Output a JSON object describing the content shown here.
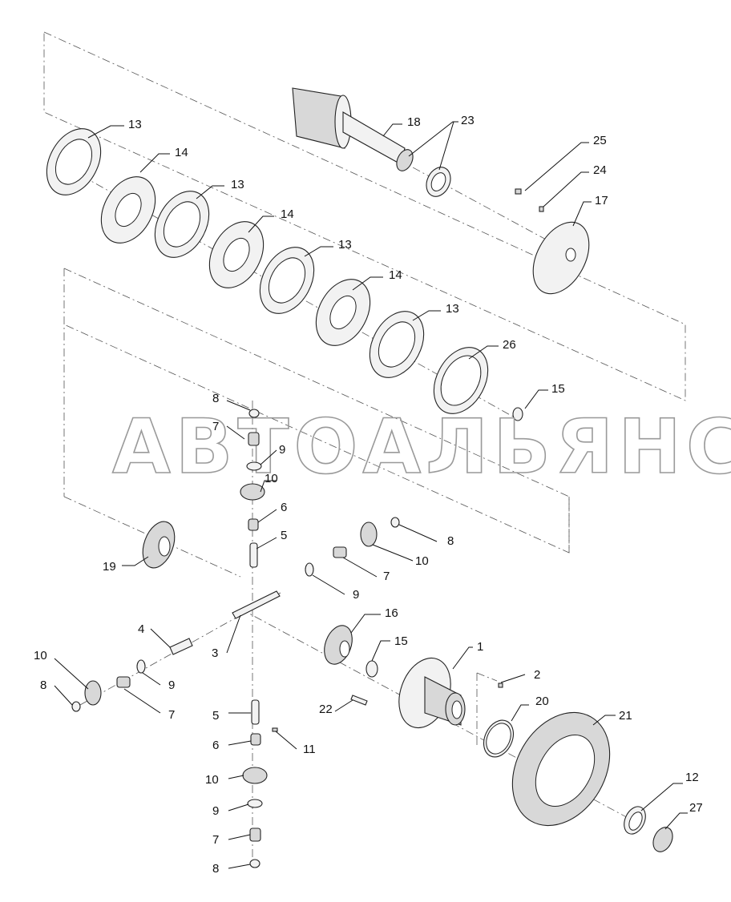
{
  "watermark": "АВТОАЛЬЯНС",
  "callouts": [
    {
      "id": "c13a",
      "text": "13"
    },
    {
      "id": "c14a",
      "text": "14"
    },
    {
      "id": "c13b",
      "text": "13"
    },
    {
      "id": "c14b",
      "text": "14"
    },
    {
      "id": "c13c",
      "text": "13"
    },
    {
      "id": "c14c",
      "text": "14"
    },
    {
      "id": "c13d",
      "text": "13"
    },
    {
      "id": "c26",
      "text": "26"
    },
    {
      "id": "c15a",
      "text": "15"
    },
    {
      "id": "c18",
      "text": "18"
    },
    {
      "id": "c23",
      "text": "23"
    },
    {
      "id": "c25",
      "text": "25"
    },
    {
      "id": "c24",
      "text": "24"
    },
    {
      "id": "c17",
      "text": "17"
    },
    {
      "id": "c8a",
      "text": "8"
    },
    {
      "id": "c7a",
      "text": "7"
    },
    {
      "id": "c9a",
      "text": "9"
    },
    {
      "id": "c10a",
      "text": "10"
    },
    {
      "id": "c6a",
      "text": "6"
    },
    {
      "id": "c5a",
      "text": "5"
    },
    {
      "id": "c8b",
      "text": "8"
    },
    {
      "id": "c10b",
      "text": "10"
    },
    {
      "id": "c7b",
      "text": "7"
    },
    {
      "id": "c9b",
      "text": "9"
    },
    {
      "id": "c19",
      "text": "19"
    },
    {
      "id": "c4",
      "text": "4"
    },
    {
      "id": "c3",
      "text": "3"
    },
    {
      "id": "c16",
      "text": "16"
    },
    {
      "id": "c15b",
      "text": "15"
    },
    {
      "id": "c1",
      "text": "1"
    },
    {
      "id": "c2",
      "text": "2"
    },
    {
      "id": "c10c",
      "text": "10"
    },
    {
      "id": "c8c",
      "text": "8"
    },
    {
      "id": "c9c",
      "text": "9"
    },
    {
      "id": "c7c",
      "text": "7"
    },
    {
      "id": "c22",
      "text": "22"
    },
    {
      "id": "c20",
      "text": "20"
    },
    {
      "id": "c21",
      "text": "21"
    },
    {
      "id": "c5b",
      "text": "5"
    },
    {
      "id": "c6b",
      "text": "6"
    },
    {
      "id": "c11",
      "text": "11"
    },
    {
      "id": "c10d",
      "text": "10"
    },
    {
      "id": "c9d",
      "text": "9"
    },
    {
      "id": "c7d",
      "text": "7"
    },
    {
      "id": "c8d",
      "text": "8"
    },
    {
      "id": "c12",
      "text": "12"
    },
    {
      "id": "c27",
      "text": "27"
    }
  ]
}
